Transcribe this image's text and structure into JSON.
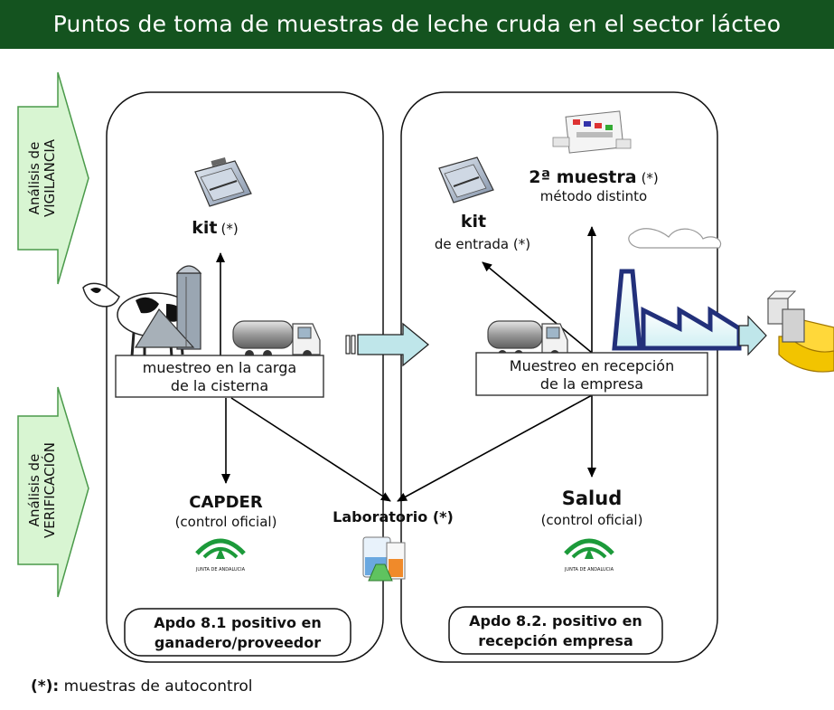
{
  "title": "Puntos de toma de muestras de leche cruda en el sector lácteo",
  "side_labels": {
    "vigilancia": {
      "line1": "Análisis de",
      "line2": "VIGILANCIA"
    },
    "verificacion": {
      "line1": "Análisis de",
      "line2": "VERIFICACIÓN"
    }
  },
  "left_panel": {
    "kit": {
      "label": "kit",
      "mark": "(*)"
    },
    "sampling": {
      "line1": "muestreo en la carga",
      "line2": "de la cisterna"
    },
    "capder": {
      "label": "CAPDER",
      "sub": "(control oficial)"
    },
    "seal_text": "JUNTA DE ANDALUCIA",
    "apdo": {
      "line1": "Apdo 8.1 positivo en",
      "line2": "ganadero/proveedor"
    }
  },
  "right_panel": {
    "kit": {
      "label": "kit",
      "sub": "de entrada (*)"
    },
    "second_sample": {
      "label": "2ª muestra",
      "mark": "(*)",
      "sub": "método distinto"
    },
    "sampling": {
      "line1": "Muestreo en recepción",
      "line2": "de la empresa"
    },
    "salud": {
      "label": "Salud",
      "sub": "(control oficial)"
    },
    "seal_text": "JUNTA DE ANDALUCIA",
    "apdo": {
      "line1": "Apdo 8.2. positivo en",
      "line2": "recepción empresa"
    }
  },
  "laboratorio": {
    "label": "Laboratorio (*)"
  },
  "footnote": {
    "mark": "(*):",
    "text": " muestras de autocontrol"
  },
  "colors": {
    "title_bar": "#14531f",
    "side_arrow_fill": "#d8f5d2",
    "side_arrow_stroke": "#4a9a4a",
    "flow_arrow_fill": "#bfe6ea",
    "factory_stroke": "#22307a",
    "seal_green": "#1c9a3a"
  },
  "icons": [
    "kit-case-icon",
    "lab-kit-icon",
    "cow-icon",
    "farm-silo-icon",
    "tanker-truck-icon",
    "factory-icon",
    "cheese-icon",
    "andalucia-seal-icon",
    "lab-flasks-icon"
  ]
}
